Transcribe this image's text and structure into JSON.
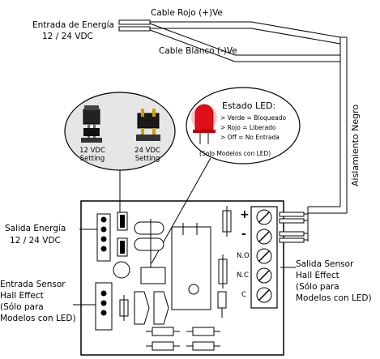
{
  "power_input": {
    "title": "Entrada de Energía",
    "voltage": "12 / 24 VDC"
  },
  "wires": {
    "red": "Cable Rojo (+)Ve",
    "white": "Cable Blanco (-)Ve",
    "shield": "Aislamiento Negro"
  },
  "jumpers": {
    "left_label_1": "12 VDC",
    "left_label_2": "Setting",
    "right_label_1": "24 VDC",
    "right_label_2": "Setting"
  },
  "led": {
    "title": "Estado LED:",
    "lines": [
      "> Verde = Bloqueado",
      "> Rojo = Liberado",
      "> Off = No Entrada"
    ],
    "note": "(Solo Modelos con LED)"
  },
  "power_output": {
    "title": "Salida Energía",
    "voltage": "12 / 24 VDC"
  },
  "sensor_input": {
    "lines": [
      "Entrada Sensor",
      "Hall Effect",
      "(Sólo para",
      "Modelos con LED)"
    ]
  },
  "sensor_output": {
    "lines": [
      "Salida Sensor",
      "Hall Effect",
      "(Sólo para",
      "Modelos con LED)"
    ]
  },
  "terminals": {
    "plus": "+",
    "minus": "-",
    "no": "N.O",
    "nc": "N.C",
    "c": "C"
  },
  "colors": {
    "led_red": "#e0101a",
    "jumper_gold": "#c8a000",
    "board_stroke": "#000000"
  }
}
